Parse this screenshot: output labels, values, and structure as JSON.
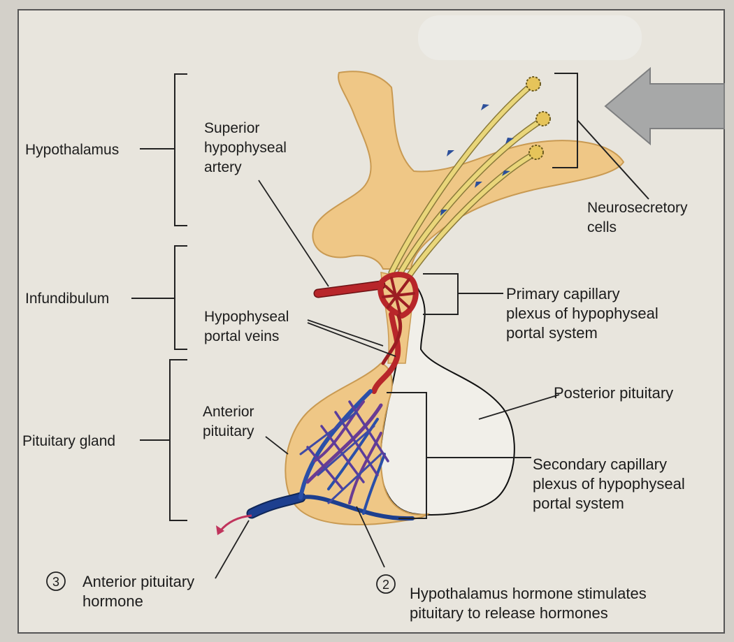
{
  "labels": {
    "hypothalamus": "Hypothalamus",
    "infundibulum": "Infundibulum",
    "pituitary_gland": "Pituitary gland",
    "superior_artery": [
      "Superior",
      "hypophyseal",
      "artery"
    ],
    "portal_veins": [
      "Hypophyseal",
      "portal veins"
    ],
    "anterior_pituitary": [
      "Anterior",
      "pituitary"
    ],
    "neurosecretory": [
      "Neurosecretory",
      "cells"
    ],
    "primary_plexus": [
      "Primary capillary",
      "plexus of hypophyseal",
      "portal system"
    ],
    "posterior_pituitary": "Posterior pituitary",
    "secondary_plexus": [
      "Secondary capillary",
      "plexus of hypophyseal",
      "portal system"
    ],
    "step3_number": "3",
    "step3_text": [
      "Anterior pituitary",
      "hormone"
    ],
    "step2_number": "2",
    "step2_text": [
      "Hypothalamus hormone stimulates",
      "pituitary to release hormones"
    ]
  },
  "colors": {
    "background": "#e8e5dd",
    "tissue": "#efc786",
    "tissue_outline": "#c99a52",
    "artery": "#b8262a",
    "vein": "#1d3f8f",
    "capillary": "#6a3c93",
    "posterior": "#f1efe9",
    "axon": "#e9d67a"
  }
}
